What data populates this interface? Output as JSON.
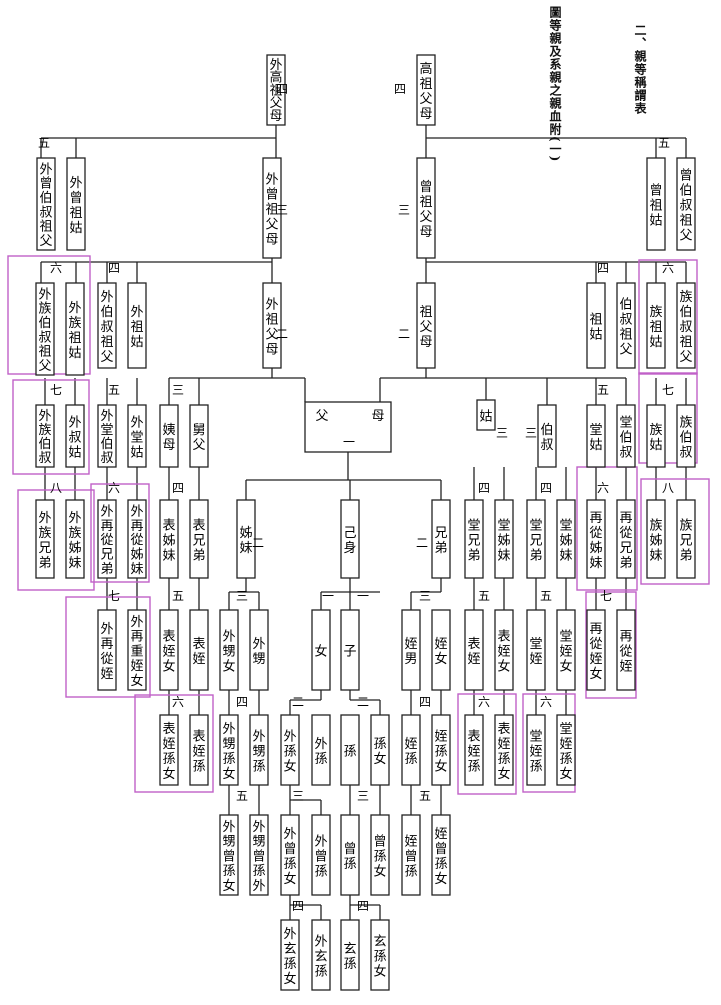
{
  "title": "圖等親及系親之親血附(一)",
  "section_title": "二、親等稱謂表",
  "nodes": [
    {
      "id": "wgzfm",
      "text": "外高祖父母",
      "deg": "四"
    },
    {
      "id": "gzfm",
      "text": "高祖父母",
      "deg": "四"
    },
    {
      "id": "wzgs",
      "text": "外曾祖姑"
    },
    {
      "id": "wzbsz",
      "text": "外曾伯叔祖父",
      "deg": "五"
    },
    {
      "id": "wzzfm",
      "text": "外曾祖父母",
      "deg": "三"
    },
    {
      "id": "zzfm",
      "text": "曾祖父母",
      "deg": "三"
    },
    {
      "id": "zzg",
      "text": "曾祖姑"
    },
    {
      "id": "zbszf",
      "text": "曾伯叔祖父",
      "deg": "五"
    },
    {
      "id": "wzbszf",
      "text": "外族伯叔祖父",
      "deg": "六"
    },
    {
      "id": "wzzg",
      "text": "外族祖姑"
    },
    {
      "id": "wbszf",
      "text": "外伯叔祖父",
      "deg": "四"
    },
    {
      "id": "wzg",
      "text": "外祖姑"
    },
    {
      "id": "wzfm",
      "text": "外祖父母",
      "deg": "二"
    },
    {
      "id": "zfm",
      "text": "祖父母",
      "deg": "二"
    },
    {
      "id": "zg",
      "text": "祖姑",
      "deg": "四"
    },
    {
      "id": "bszf",
      "text": "伯叔祖父"
    },
    {
      "id": "zzg2",
      "text": "族祖姑",
      "deg": "六"
    },
    {
      "id": "zbszf2",
      "text": "族伯叔祖父"
    },
    {
      "id": "wzbs",
      "text": "外族伯叔",
      "deg": "七"
    },
    {
      "id": "wsg",
      "text": "外叔姑"
    },
    {
      "id": "wtbs",
      "text": "外堂伯叔",
      "deg": "五"
    },
    {
      "id": "wtg",
      "text": "外堂姑"
    },
    {
      "id": "yi",
      "text": "姨母",
      "deg": "三"
    },
    {
      "id": "jiu",
      "text": "舅父"
    },
    {
      "id": "fm",
      "text": "父母",
      "deg": "一"
    },
    {
      "id": "gu",
      "text": "姑",
      "deg": "三"
    },
    {
      "id": "bs",
      "text": "伯叔",
      "deg": "三"
    },
    {
      "id": "tg",
      "text": "堂姑",
      "deg": "五"
    },
    {
      "id": "tbs",
      "text": "堂伯叔"
    },
    {
      "id": "zg3",
      "text": "族姑",
      "deg": "七"
    },
    {
      "id": "zbs",
      "text": "族伯叔"
    },
    {
      "id": "wzxd",
      "text": "外族兄弟",
      "deg": "八"
    },
    {
      "id": "wzzm",
      "text": "外族姊妹"
    },
    {
      "id": "wzcxd",
      "text": "外再從兄弟",
      "deg": "六"
    },
    {
      "id": "wzczm",
      "text": "外再從姊妹"
    },
    {
      "id": "bzm",
      "text": "表姊妹",
      "deg": "四"
    },
    {
      "id": "bxd",
      "text": "表兄弟"
    },
    {
      "id": "zm",
      "text": "姊妹",
      "deg": "二"
    },
    {
      "id": "ji",
      "text": "己身"
    },
    {
      "id": "xd",
      "text": "兄弟",
      "deg": "二"
    },
    {
      "id": "txd",
      "text": "堂兄弟",
      "deg": "四"
    },
    {
      "id": "tzm",
      "text": "堂姊妹"
    },
    {
      "id": "txd2",
      "text": "堂兄弟",
      "deg": "四"
    },
    {
      "id": "tzm2",
      "text": "堂姊妹"
    },
    {
      "id": "zczm",
      "text": "再從姊妹",
      "deg": "六"
    },
    {
      "id": "zcxd",
      "text": "再從兄弟"
    },
    {
      "id": "zzm3",
      "text": "族姊妹",
      "deg": "八"
    },
    {
      "id": "zxd3",
      "text": "族兄弟"
    },
    {
      "id": "wzcz",
      "text": "外再從姪",
      "deg": "七"
    },
    {
      "id": "wzczn",
      "text": "外再重姪女"
    },
    {
      "id": "bzn",
      "text": "表姪女",
      "deg": "五"
    },
    {
      "id": "bz",
      "text": "表姪"
    },
    {
      "id": "wsn",
      "text": "外甥女",
      "deg": "三"
    },
    {
      "id": "ws",
      "text": "外甥"
    },
    {
      "id": "nv",
      "text": "女",
      "deg": "一"
    },
    {
      "id": "zi",
      "text": "子",
      "deg": "一"
    },
    {
      "id": "zhn",
      "text": "姪男",
      "deg": "三"
    },
    {
      "id": "zhnv",
      "text": "姪女"
    },
    {
      "id": "bzh",
      "text": "表姪",
      "deg": "五"
    },
    {
      "id": "bzhn",
      "text": "表姪女"
    },
    {
      "id": "tzh",
      "text": "堂姪",
      "deg": "五"
    },
    {
      "id": "tzhn",
      "text": "堂姪女"
    },
    {
      "id": "zczhn",
      "text": "再從姪女",
      "deg": "七"
    },
    {
      "id": "zczh",
      "text": "再從姪"
    },
    {
      "id": "bzsn",
      "text": "表姪孫女",
      "deg": "六"
    },
    {
      "id": "bzs",
      "text": "表姪孫"
    },
    {
      "id": "wssn",
      "text": "外甥孫女",
      "deg": "四"
    },
    {
      "id": "wss",
      "text": "外甥孫"
    },
    {
      "id": "wsun",
      "text": "外孫女",
      "deg": "二"
    },
    {
      "id": "wsun2",
      "text": "外孫"
    },
    {
      "id": "sun",
      "text": "孫",
      "deg": "二"
    },
    {
      "id": "sunv",
      "text": "孫女"
    },
    {
      "id": "zhs",
      "text": "姪孫",
      "deg": "四"
    },
    {
      "id": "zhsn",
      "text": "姪孫女"
    },
    {
      "id": "bzh2",
      "text": "表姪孫",
      "deg": "六"
    },
    {
      "id": "bzhn2",
      "text": "表姪孫女"
    },
    {
      "id": "tzhs",
      "text": "堂姪孫",
      "deg": "六"
    },
    {
      "id": "tzhsn",
      "text": "堂姪孫女"
    },
    {
      "id": "wszsn",
      "text": "外甥曾孫女",
      "deg": "五"
    },
    {
      "id": "wszs",
      "text": "外甥曾孫外"
    },
    {
      "id": "wzsn",
      "text": "外曾孫女",
      "deg": "三"
    },
    {
      "id": "wzs",
      "text": "外曾孫"
    },
    {
      "id": "zs",
      "text": "曾孫",
      "deg": "三"
    },
    {
      "id": "zsn",
      "text": "曾孫女"
    },
    {
      "id": "zhzs",
      "text": "姪曾孫",
      "deg": "五"
    },
    {
      "id": "zhzsn",
      "text": "姪曾孫女"
    },
    {
      "id": "wxsn",
      "text": "外玄孫女",
      "deg": "四"
    },
    {
      "id": "wxs",
      "text": "外玄孫"
    },
    {
      "id": "xs",
      "text": "玄孫",
      "deg": "四"
    },
    {
      "id": "xsn",
      "text": "玄孫女"
    }
  ]
}
